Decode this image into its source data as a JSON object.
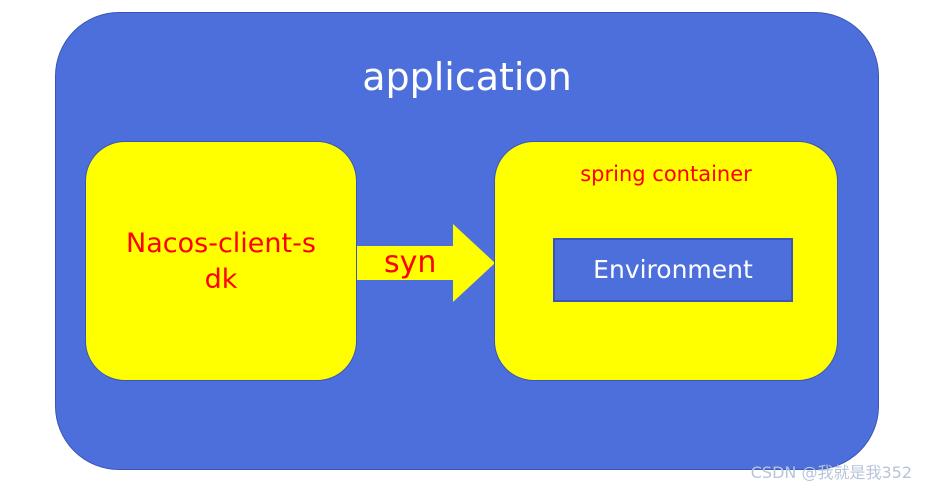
{
  "diagram": {
    "container": {
      "label": "application"
    },
    "left_box": {
      "label": "Nacos-client-sdk"
    },
    "arrow": {
      "label": "syn"
    },
    "right_box": {
      "label": "spring container",
      "inner": {
        "label": "Environment"
      }
    }
  },
  "watermark": "CSDN @我就是我352",
  "colors": {
    "container_fill": "#4d6fdc",
    "box_fill": "#ffff00",
    "label_red": "#ff0000",
    "label_white": "#ffffff"
  }
}
